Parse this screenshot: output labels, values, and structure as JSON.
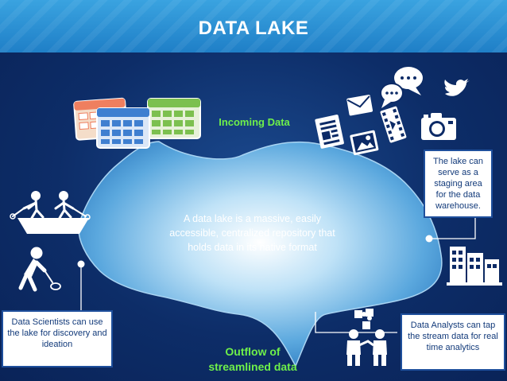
{
  "title": "DATA LAKE",
  "incoming_label": "Incoming Data",
  "description": "A data lake is a massive, easily accessible, centralized repository that holds data in its native format",
  "outflow_label": "Outflow of streamlined data",
  "callouts": {
    "lake_staging": "The lake can serve as a staging area for the data warehouse.",
    "scientists": "Data Scientists can use the lake for discovery and ideation",
    "analysts": "Data Analysts can tap the stream data for real time analytics"
  },
  "icons": [
    "spreadsheet-icon",
    "document-icon",
    "email-icon",
    "image-icon",
    "video-icon",
    "chat-icon",
    "twitter-bird-icon",
    "camera-icon",
    "boat-rowers-icon",
    "fisherman-icon",
    "warehouse-buildings-icon",
    "analysts-puzzle-icon"
  ],
  "colors": {
    "header": "#2a8fd6",
    "background": "#0c2a66",
    "lake": "#4a9fd8",
    "accent_green": "#6ef04a",
    "icon_red": "#ef7f5f",
    "icon_blue": "#3f7fd0",
    "icon_green": "#7cc04f"
  }
}
